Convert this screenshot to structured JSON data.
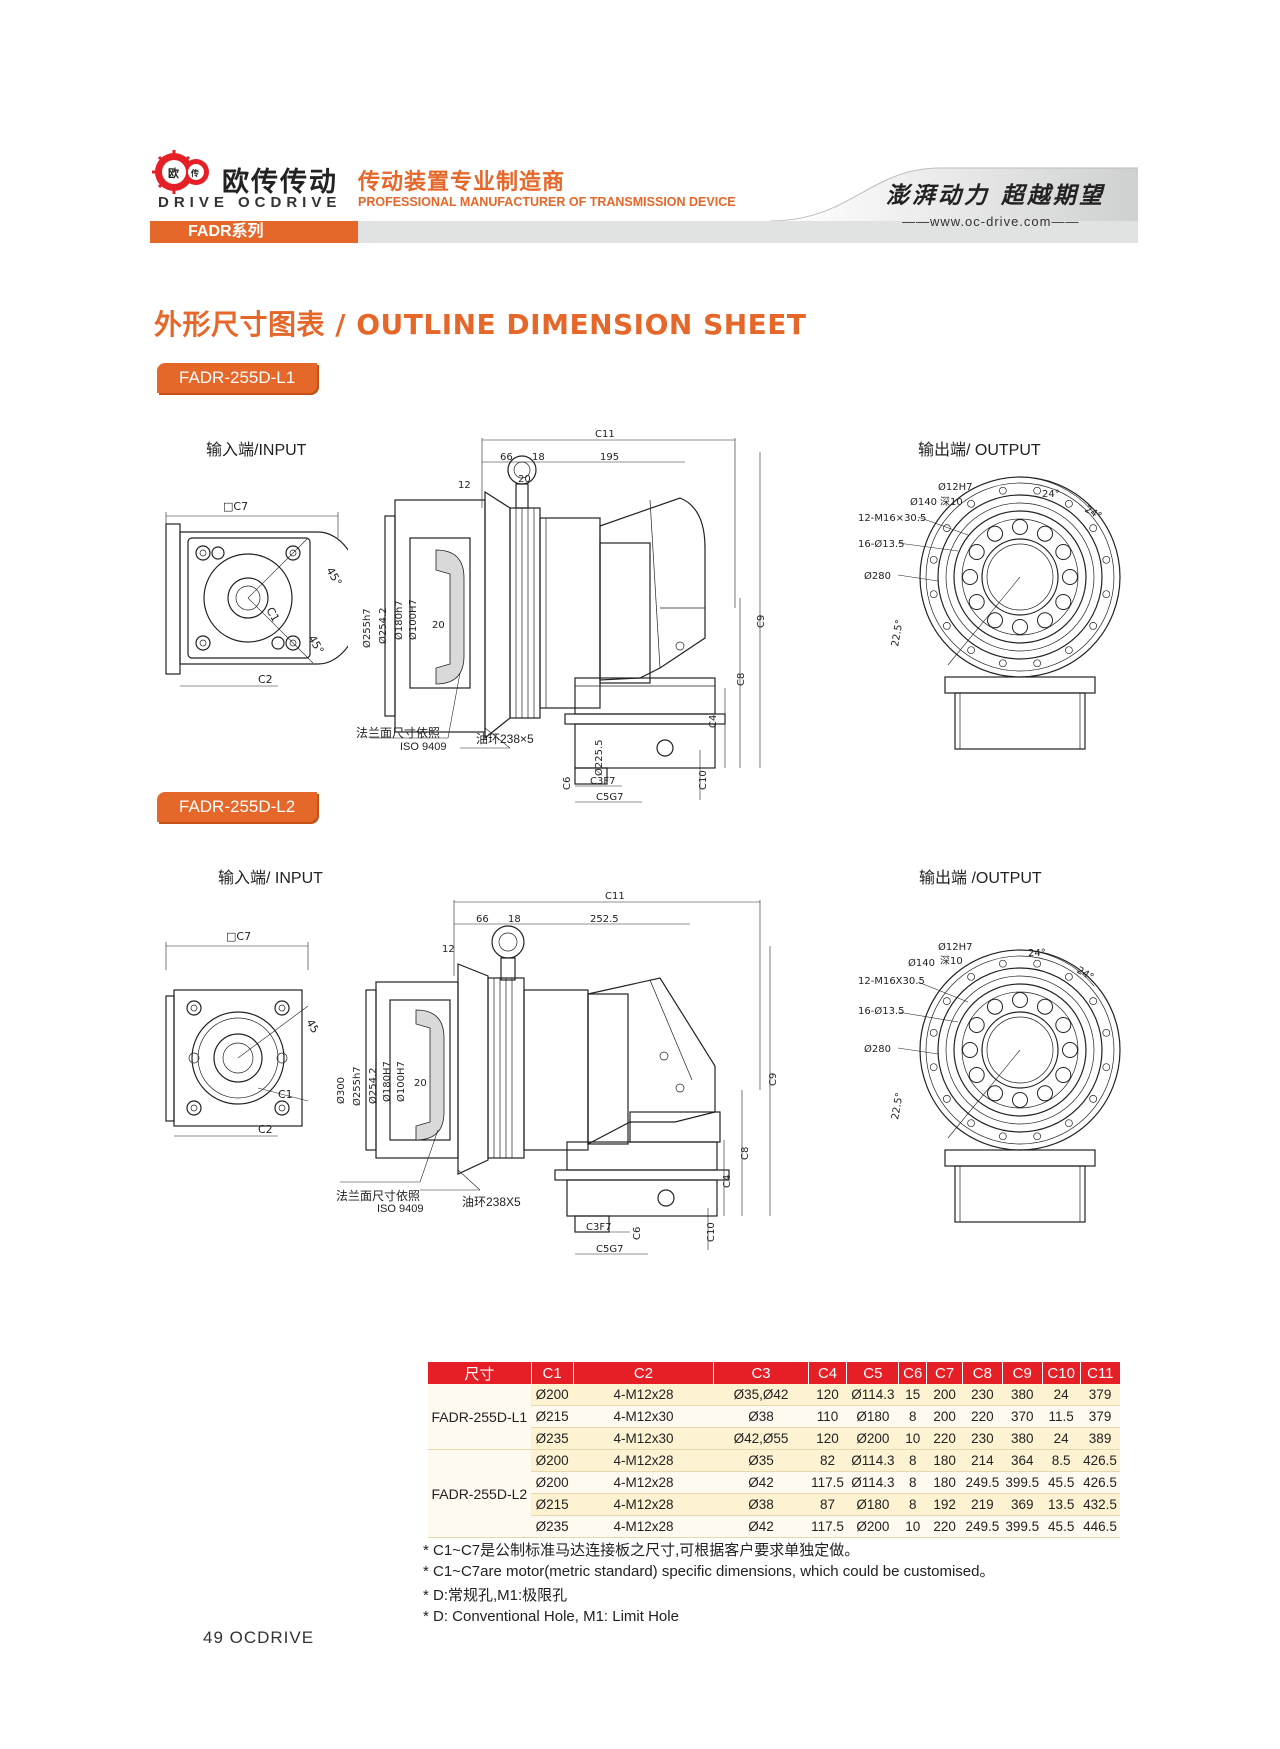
{
  "header": {
    "logo_cn": "欧传传动",
    "logo_en": "DRIVE OCDRIVE",
    "logo_mark_cn": "欧",
    "logo_mark_cn2": "传",
    "slogan_cn": "传动装置专业制造商",
    "slogan_en": "PROFESSIONAL MANUFACTURER OF TRANSMISSION DEVICE",
    "motto": "澎湃动力 超越期望",
    "website": "——www.oc-drive.com——",
    "series_tab": "FADR系列"
  },
  "page_title": "外形尺寸图表 / OUTLINE DIMENSION SHEET",
  "sections": [
    {
      "model": "FADR-255D-L1",
      "input_label": "输入端/INPUT",
      "output_label": "输出端/ OUTPUT",
      "flange_note": "法兰面尺寸依照",
      "iso_note": "ISO 9409",
      "oring_note": "油环238×5",
      "dims": {
        "c7": "□C7",
        "c1": "C1",
        "c2": "C2",
        "a45": "45°",
        "c11": "C11",
        "d66": "66",
        "d18": "18",
        "d195": "195",
        "d12": "12",
        "d20a": "20",
        "d20b": "20",
        "d255": "Ø255h7",
        "d254": "Ø254.2",
        "d180": "Ø180h7",
        "d100": "Ø100H7",
        "d225": "Ø225.5",
        "c9": "C9",
        "c8": "C8",
        "c4": "C4",
        "c10": "C10",
        "c6": "C6",
        "c3": "C3F7",
        "c5": "C5G7",
        "o12": "Ø12H7",
        "o140": "Ø140",
        "deep": "深10",
        "m16": "12-M16×30.5",
        "h16": "16-Ø13.5",
        "o280": "Ø280",
        "a225": "22.5°",
        "a24a": "24°",
        "a24b": "24°"
      }
    },
    {
      "model": "FADR-255D-L2",
      "input_label": "输入端/ INPUT",
      "output_label": "输出端 /OUTPUT",
      "flange_note": "法兰面尺寸依照",
      "iso_note": "ISO 9409",
      "oring_note": "油环238X5",
      "dims": {
        "c7": "□C7",
        "c1": "C1",
        "c2": "C2",
        "a45": "45°",
        "c11": "C11",
        "d66": "66",
        "d18": "18",
        "d252": "252.5",
        "d12": "12",
        "d20": "20",
        "d300": "Ø300",
        "d255": "Ø255h7",
        "d254": "Ø254.2",
        "d180": "Ø180H7",
        "d100": "Ø100H7",
        "c9": "C9",
        "c8": "C8",
        "c4": "C4",
        "c10": "C10",
        "c6": "C6",
        "c3": "C3F7",
        "c5": "C5G7",
        "o12": "Ø12H7",
        "o140": "Ø140",
        "deep": "深10",
        "m16": "12-M16X30.5",
        "h16": "16-Ø13.5",
        "o280": "Ø280",
        "a225": "22.5°",
        "a24a": "24°",
        "a24b": "24°"
      }
    }
  ],
  "table": {
    "headers": [
      "尺寸",
      "C1",
      "C2",
      "C3",
      "C4",
      "C5",
      "C6",
      "C7",
      "C8",
      "C9",
      "C10",
      "C11"
    ],
    "groups": [
      {
        "model": "FADR-255D-L1",
        "rows": [
          [
            "Ø200",
            "4-M12x28",
            "Ø35,Ø42",
            "120",
            "Ø114.3",
            "15",
            "200",
            "230",
            "380",
            "24",
            "379"
          ],
          [
            "Ø215",
            "4-M12x30",
            "Ø38",
            "110",
            "Ø180",
            "8",
            "200",
            "220",
            "370",
            "11.5",
            "379"
          ],
          [
            "Ø235",
            "4-M12x30",
            "Ø42,Ø55",
            "120",
            "Ø200",
            "10",
            "220",
            "230",
            "380",
            "24",
            "389"
          ]
        ]
      },
      {
        "model": "FADR-255D-L2",
        "rows": [
          [
            "Ø200",
            "4-M12x28",
            "Ø35",
            "82",
            "Ø114.3",
            "8",
            "180",
            "214",
            "364",
            "8.5",
            "426.5"
          ],
          [
            "Ø200",
            "4-M12x28",
            "Ø42",
            "117.5",
            "Ø114.3",
            "8",
            "180",
            "249.5",
            "399.5",
            "45.5",
            "426.5"
          ],
          [
            "Ø215",
            "4-M12x28",
            "Ø38",
            "87",
            "Ø180",
            "8",
            "192",
            "219",
            "369",
            "13.5",
            "432.5"
          ],
          [
            "Ø235",
            "4-M12x28",
            "Ø42",
            "117.5",
            "Ø200",
            "10",
            "220",
            "249.5",
            "399.5",
            "45.5",
            "446.5"
          ]
        ]
      }
    ]
  },
  "notes": [
    "* C1~C7是公制标准马达连接板之尺寸,可根据客户要求单独定做。",
    "* C1~C7are motor(metric standard)  specific dimensions, which could be customised。",
    "* D:常规孔,M1:极限孔",
    "* D: Conventional Hole, M1: Limit Hole"
  ],
  "footer": "49 OCDRIVE",
  "colors": {
    "accent": "#e6672a",
    "table_header": "#e61e25",
    "row_tint": "#fdf3d3"
  }
}
